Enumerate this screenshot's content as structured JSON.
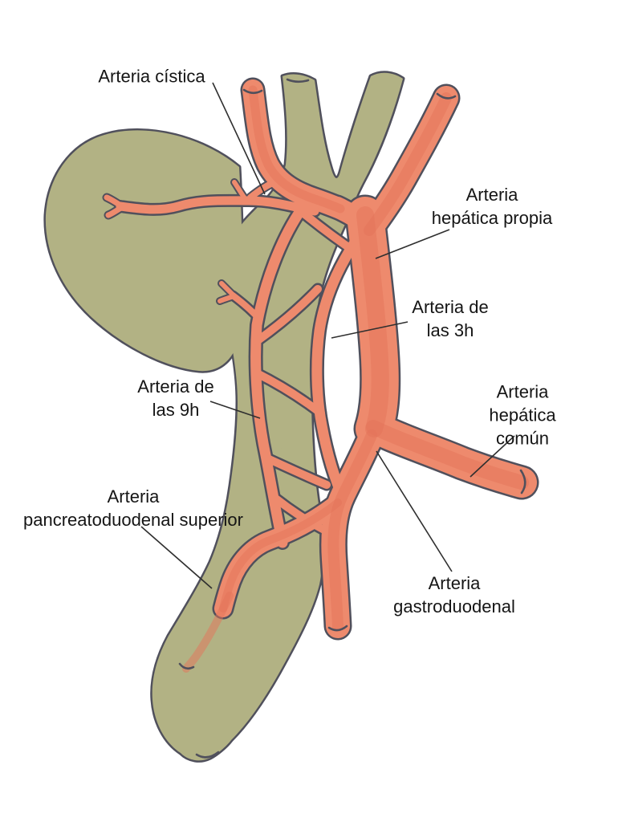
{
  "figure": {
    "type": "anatomical diagram of biliary tract and hepatic arteries",
    "background_color": "#ffffff"
  },
  "colors": {
    "artery": "#ee8a6d",
    "artery_core": "#e4745a",
    "duct": "#b2b284",
    "duct_hi": "#bcbc8f",
    "outline": "#50505c",
    "label_text": "#151515",
    "leader": "#2f2f2f",
    "background": "#ffffff"
  },
  "labels": {
    "cystic": {
      "text": "Arteria cística"
    },
    "hepatic_proper": {
      "text": "Arteria\nhepática propia"
    },
    "three_h": {
      "text": "Arteria de\nlas 3h"
    },
    "nine_h": {
      "text": "Arteria de\nlas 9h"
    },
    "hepatic_common": {
      "text": "Arteria\nhepática común"
    },
    "pancreatoduodenal": {
      "text": "Arteria\npancreatoduodenal superior"
    },
    "gastroduodenal": {
      "text": "Arteria\ngastroduodenal"
    }
  },
  "structures": [
    "gallbladder",
    "hepatic-duct-bifurcation",
    "common-bile-duct",
    "cystic-artery",
    "left-hepatic-artery",
    "right-hepatic-artery",
    "proper-hepatic-artery",
    "common-hepatic-artery",
    "gastroduodenal-artery",
    "superior-pancreatoduodenal-artery",
    "3-oclock-artery",
    "9-oclock-artery",
    "arterial-arcade-anastomoses",
    "duodenal-papilla"
  ]
}
